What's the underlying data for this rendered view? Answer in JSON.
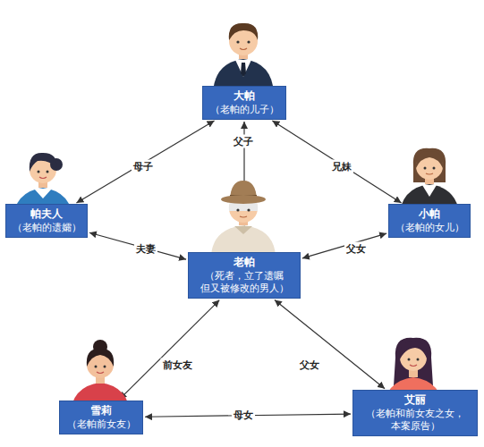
{
  "diagram": {
    "nodes": [
      {
        "text": [
          "大帕",
          "（老帕的儿子）"
        ]
      },
      {
        "text": [
          "帕夫人",
          "（老帕的遗孀）"
        ]
      },
      {
        "text": [
          "小帕",
          "（老帕的女儿）"
        ]
      },
      {
        "text": [
          "老帕",
          "（死者，立了遗嘱 但又被修改的男人）"
        ]
      },
      {
        "text": [
          "雪莉",
          "（老帕前女友）"
        ]
      },
      {
        "text": [
          "艾丽",
          "（老帕和前女友之女， 本案原告）"
        ]
      }
    ],
    "edges": [
      {
        "from": 1,
        "to": 0,
        "label": "母子",
        "arrow": "both"
      },
      {
        "from": 0,
        "to": 3,
        "label": "父子",
        "arrow": "both"
      },
      {
        "from": 0,
        "to": 2,
        "label": "兄妹",
        "arrow": "both"
      },
      {
        "from": 1,
        "to": 3,
        "label": "夫妻",
        "arrow": "both"
      },
      {
        "from": 2,
        "to": 3,
        "label": "父女",
        "arrow": "both"
      },
      {
        "from": 4,
        "to": 3,
        "label": "前女友",
        "arrow": "both"
      },
      {
        "from": 5,
        "to": 3,
        "label": "父女",
        "arrow": "both"
      },
      {
        "from": 4,
        "to": 5,
        "label": "母女",
        "arrow": "both"
      }
    ]
  }
}
